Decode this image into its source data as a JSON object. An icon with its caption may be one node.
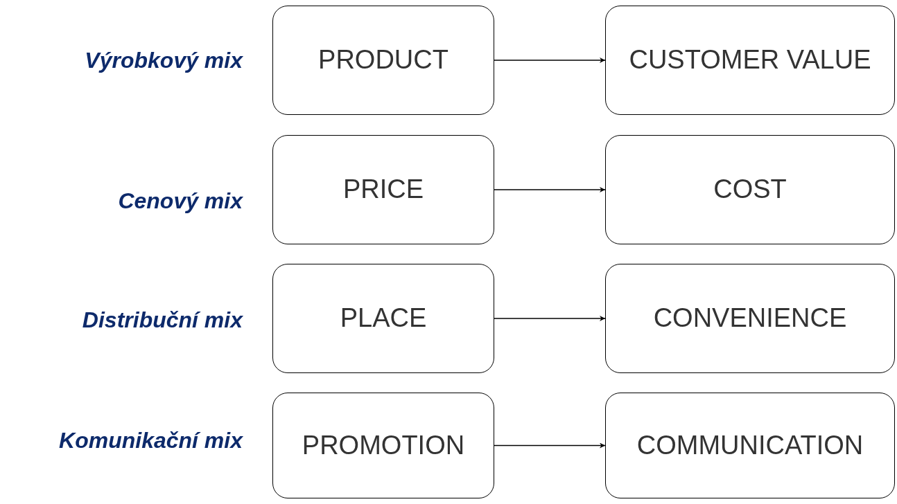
{
  "diagram": {
    "nodes": [
      {
        "text": [
          "PRODUCT"
        ]
      },
      {
        "text": [
          "CUSTOMER VALUE"
        ]
      },
      {
        "text": [
          "PRICE"
        ]
      },
      {
        "text": [
          "COST"
        ]
      },
      {
        "text": [
          "PLACE"
        ]
      },
      {
        "text": [
          "CONVENIENCE"
        ]
      },
      {
        "text": [
          "PROMOTION"
        ]
      },
      {
        "text": [
          "COMMUNICATION"
        ]
      }
    ],
    "edges": [
      {
        "from": 0,
        "to": 1,
        "arrow": "to"
      },
      {
        "from": 2,
        "to": 3,
        "arrow": "to"
      },
      {
        "from": 4,
        "to": 5,
        "arrow": "to"
      },
      {
        "from": 6,
        "to": 7,
        "arrow": "to"
      }
    ],
    "labels": [
      "Výrobkový mix",
      "Cenový mix",
      "Distribuční mix",
      "Komunikační mix"
    ]
  }
}
